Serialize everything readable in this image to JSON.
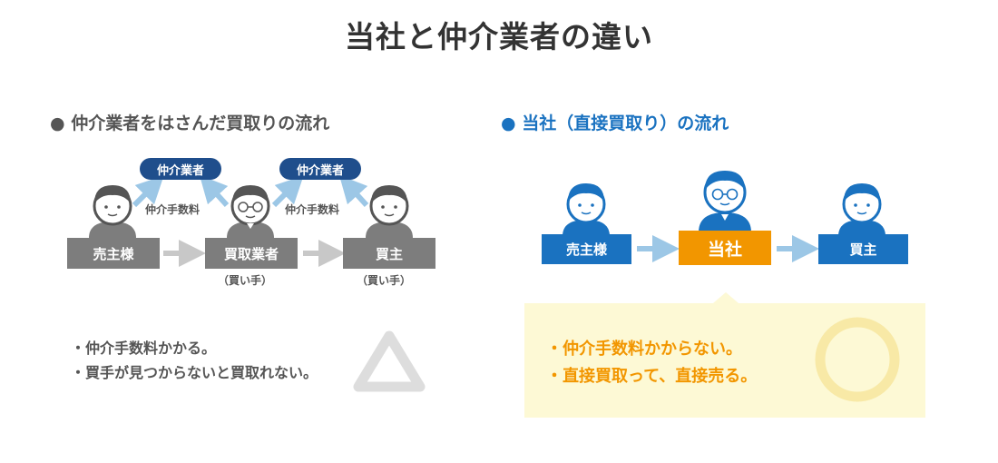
{
  "title": "当社と仲介業者の違い",
  "colors": {
    "gray_box": "#7d7d7d",
    "gray_text": "#555555",
    "gray_arrow": "#c8c8c8",
    "navy": "#1f4e8c",
    "blue": "#1a72c0",
    "light_blue_arrow": "#9cc7e6",
    "orange": "#f29600",
    "yellow_bg": "#fdf9d5"
  },
  "left": {
    "heading_bullet": "●",
    "heading": "仲介業者をはさんだ買取りの流れ",
    "pills": [
      "仲介業者",
      "仲介業者"
    ],
    "fee_labels": [
      "仲介手数料",
      "仲介手数料"
    ],
    "boxes": [
      "売主様",
      "買取業者",
      "買主"
    ],
    "sublabels": [
      "（買い手）",
      "（買い手）"
    ],
    "points": [
      "・仲介手数料かかる。",
      "・買手が見つからないと買取れない。"
    ],
    "rating_icon": "triangle"
  },
  "right": {
    "heading_bullet": "●",
    "heading": "当社（直接買取り）の流れ",
    "boxes": [
      "売主様",
      "当社",
      "買主"
    ],
    "points": [
      "・仲介手数料かからない。",
      "・直接買取って、直接売る。"
    ],
    "rating_icon": "circle"
  }
}
